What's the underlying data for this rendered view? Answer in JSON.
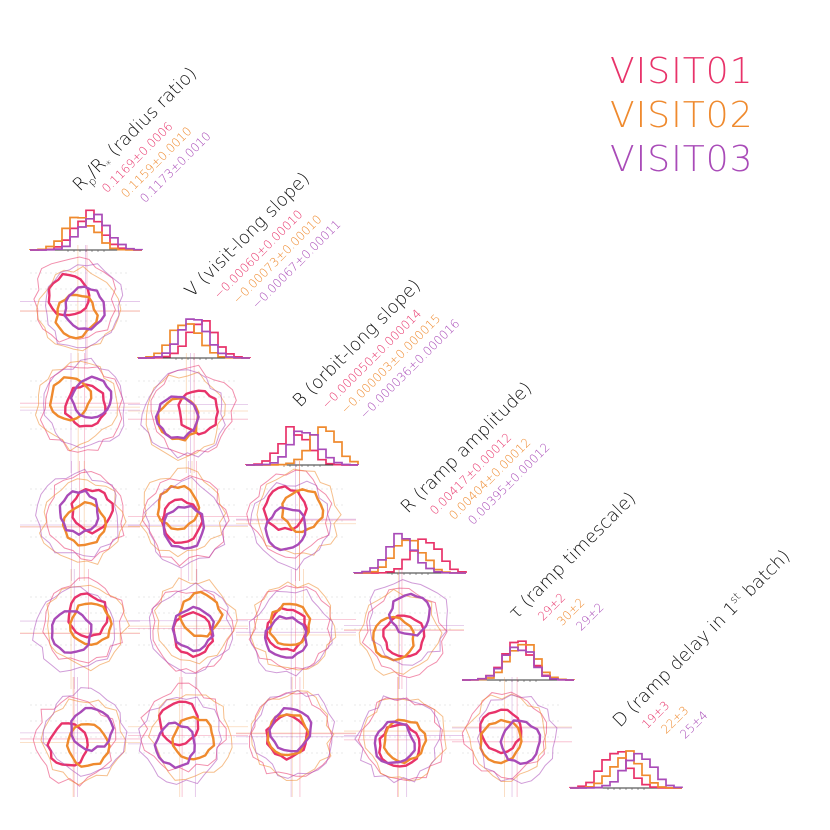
{
  "chart_data": {
    "type": "scatter",
    "subtype": "corner-plot",
    "grid": false,
    "legend_position": "top-right",
    "series": [
      {
        "name": "VISIT01",
        "color": "#e8336a"
      },
      {
        "name": "VISIT02",
        "color": "#ef8a2e"
      },
      {
        "name": "VISIT03",
        "color": "#a94bb8"
      }
    ],
    "parameters": [
      {
        "label": "R_p/R_* (radius ratio)",
        "label_main": "R",
        "label_sub": "p",
        "label_mid": "/R",
        "label_sub2": "*",
        "label_rest": " (radius ratio)",
        "values": [
          "0.1169±0.0006",
          "0.1159±0.0010",
          "0.1173±0.0010"
        ]
      },
      {
        "label": "V (visit-long slope)",
        "values": [
          "−0.00060±0.00010",
          "−0.00073±0.00010",
          "−0.00067±0.00011"
        ]
      },
      {
        "label": "B (orbit-long slope)",
        "values": [
          "−0.000050±0.000014",
          "−0.000003±0.000015",
          "−0.000036±0.000016"
        ]
      },
      {
        "label": "R (ramp amplitude)",
        "values": [
          "0.00417±0.00012",
          "0.00404±0.00012",
          "0.00395±0.00012"
        ]
      },
      {
        "label": "τ (ramp timescale)",
        "values": [
          "29±2",
          "30±2",
          "29±2"
        ]
      },
      {
        "label": "D (ramp delay in 1st batch)",
        "label_main": "D (ramp delay in 1",
        "label_sup": "st",
        "label_rest": " batch)",
        "values": [
          "19±3",
          "22±3",
          "25±4"
        ]
      }
    ],
    "histogram_offsets": [
      [
        0.2,
        -0.6,
        0.9
      ],
      [
        0.8,
        -0.8,
        0.0
      ],
      [
        -0.7,
        2.2,
        0.4
      ],
      [
        1.6,
        -0.1,
        -0.9
      ],
      [
        0.0,
        0.5,
        0.0
      ],
      [
        -1.0,
        0.0,
        1.3
      ]
    ]
  }
}
